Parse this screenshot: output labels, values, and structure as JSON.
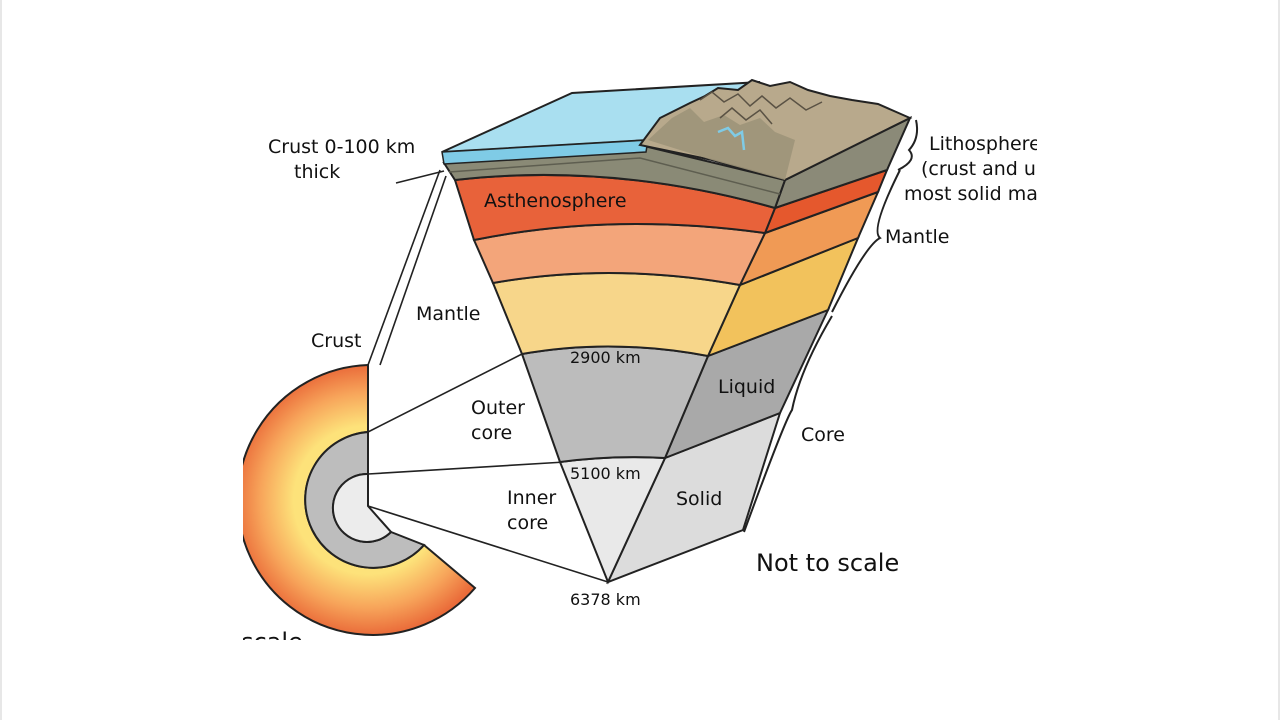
{
  "labels": {
    "crust_thickness_line1": "Crust 0-100 km",
    "crust_thickness_line2": "thick",
    "lithosphere_line1": "Lithosphere",
    "lithosphere_line2": "(crust and upper",
    "lithosphere_line3": "most solid mantle)",
    "asthenosphere": "Asthenosphere",
    "mantle_left": "Mantle",
    "mantle_right": "Mantle",
    "crust_small": "Crust",
    "depth_2900": "2900 km",
    "liquid": "Liquid",
    "outer_core_line1": "Outer",
    "outer_core_line2": "core",
    "core": "Core",
    "depth_5100": "5100 km",
    "solid": "Solid",
    "inner_core_line1": "Inner",
    "inner_core_line2": "core",
    "depth_6378": "6378 km",
    "not_to_scale": "Not to scale",
    "cut_off_text": "scale"
  },
  "colors": {
    "ocean": "#a9dff0",
    "crust": "#8a8a78",
    "asthenosphere": "#e8623a",
    "upper_mantle": "#f3a066",
    "lower_mantle": "#f7d68a",
    "outer_core": "#bcbcbc",
    "inner_core": "#e9e9e9"
  }
}
